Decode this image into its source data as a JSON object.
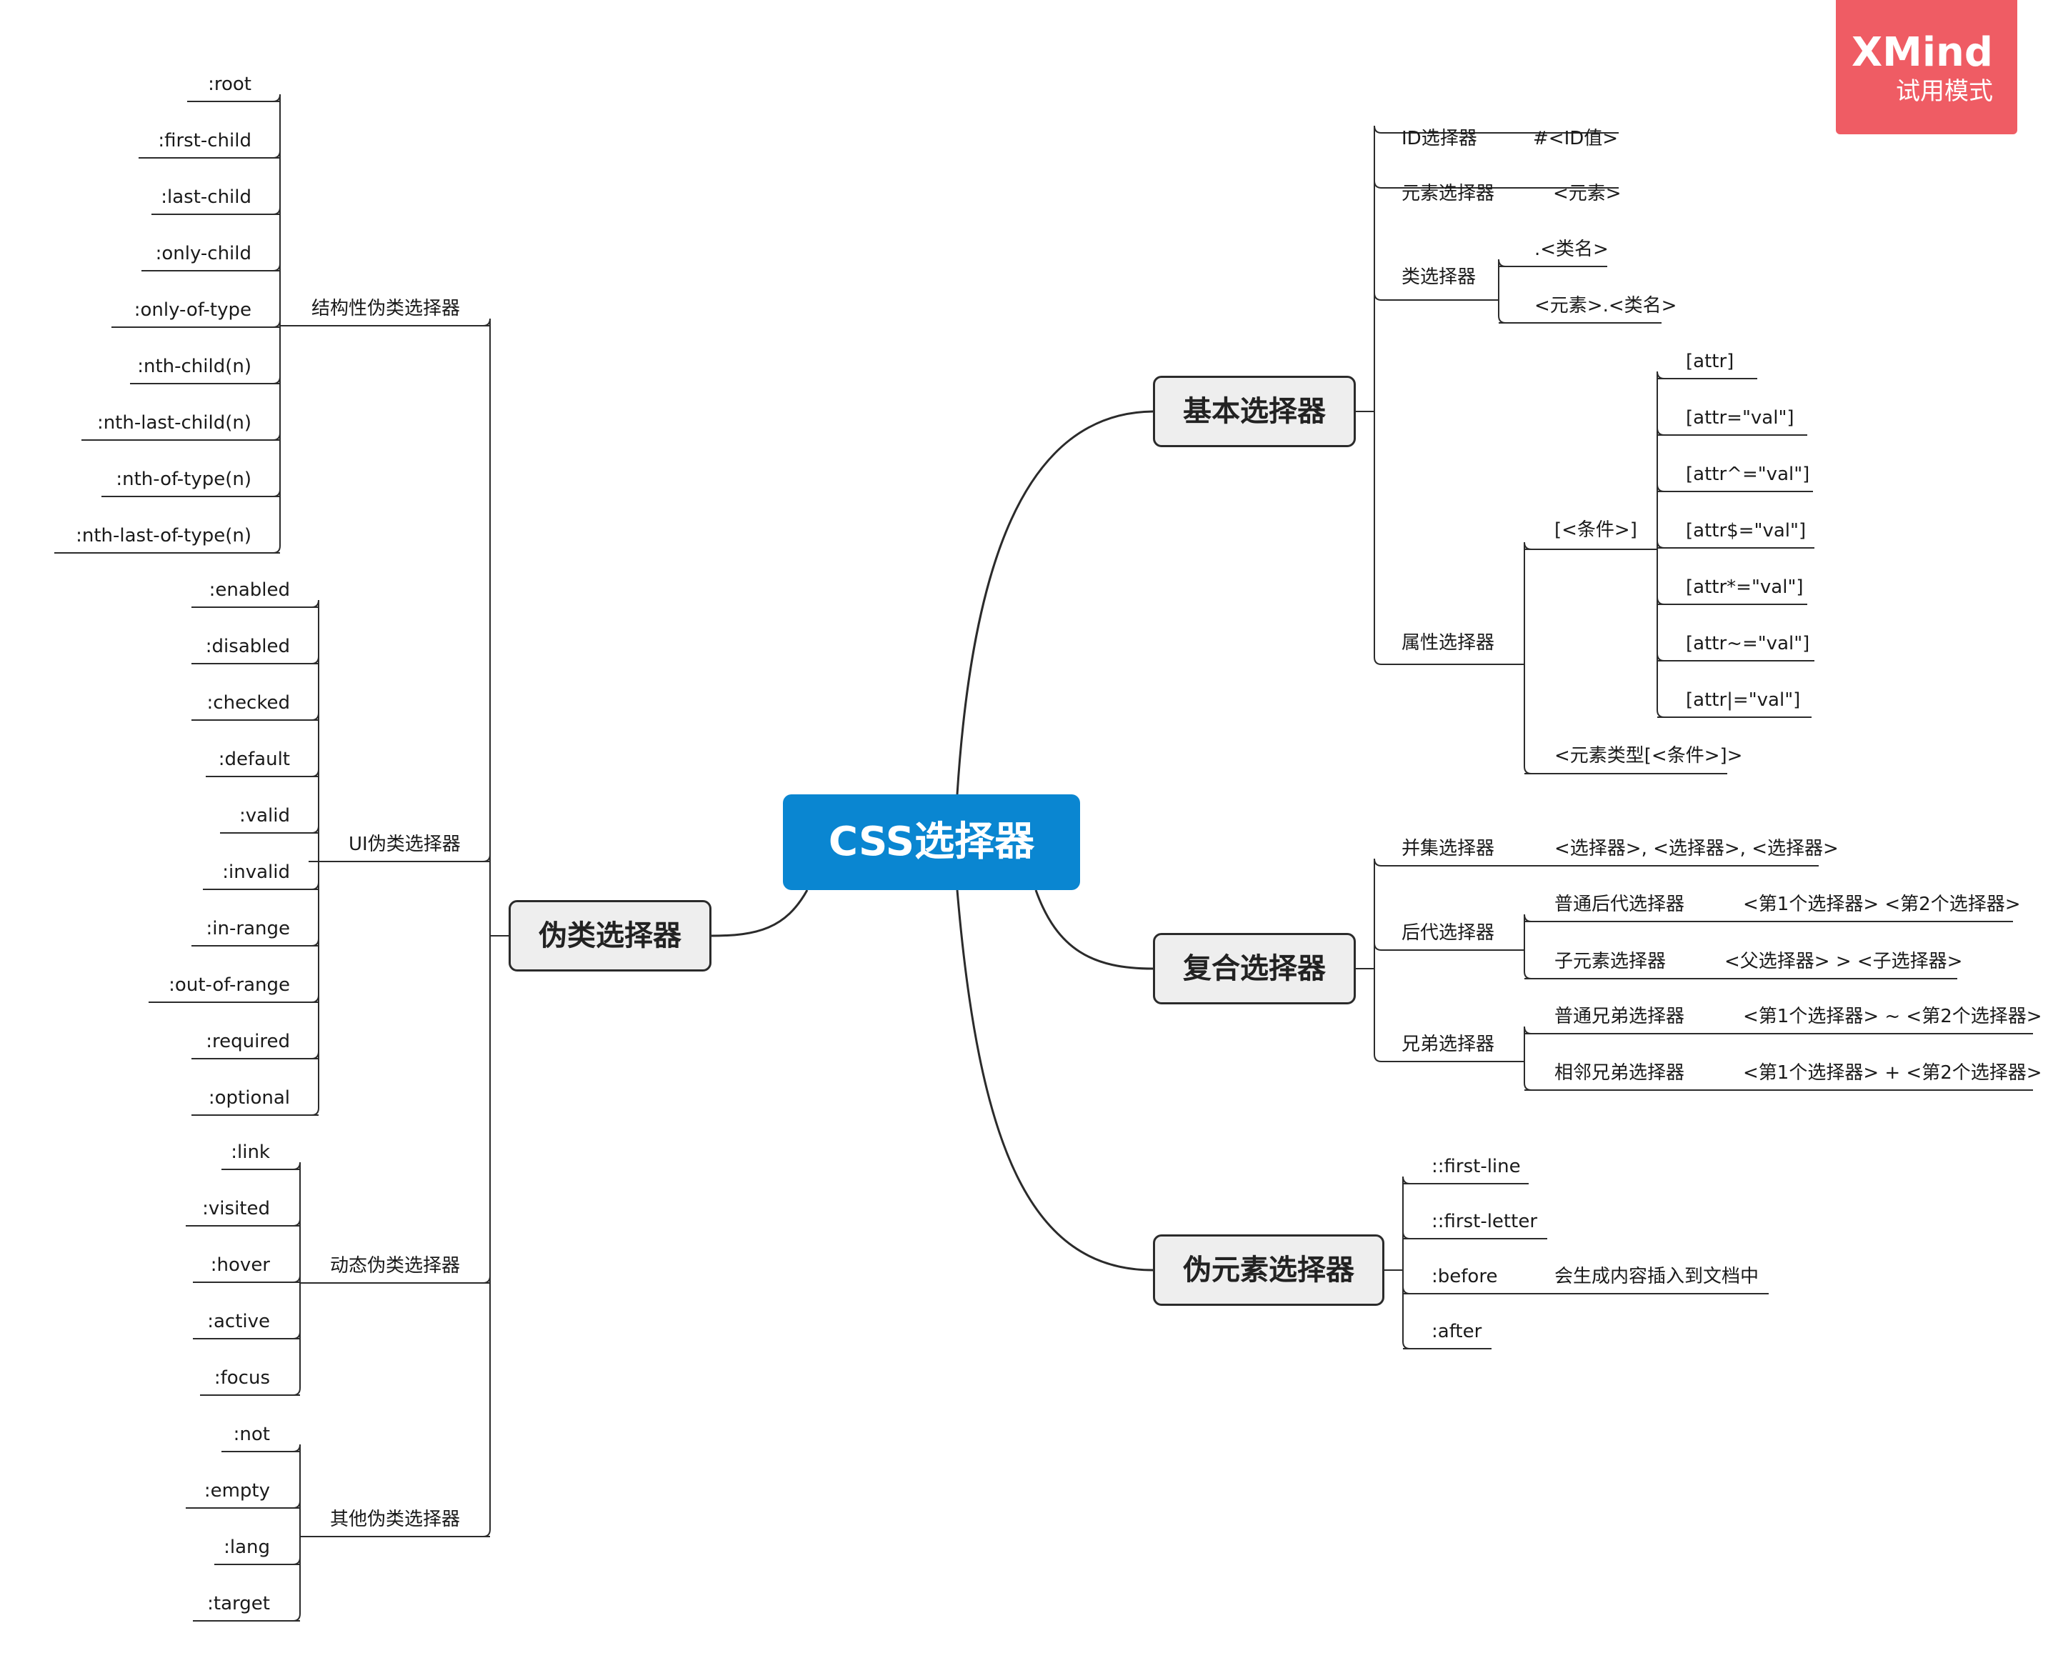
{
  "center": "CSS选择器",
  "watermark": {
    "brand": "XMind",
    "mode": "试用模式",
    "color": "#ef5c64"
  },
  "colors": {
    "center": "#0a86d1",
    "main_fill": "#eeeeee",
    "line": "#2b2b2b"
  },
  "branches": {
    "basic": {
      "label": "基本选择器",
      "id": {
        "label": "ID选择器",
        "syntax": "#<ID值>"
      },
      "element": {
        "label": "元素选择器",
        "syntax": "<元素>"
      },
      "class": {
        "label": "类选择器",
        "items": [
          ".<类名>",
          "<元素>.<类名>"
        ]
      },
      "attribute": {
        "label": "属性选择器",
        "condition": {
          "label": "[<条件>]",
          "items": [
            "[attr]",
            "[attr=\"val\"]",
            "[attr^=\"val\"]",
            "[attr$=\"val\"]",
            "[attr*=\"val\"]",
            "[attr~=\"val\"]",
            "[attr|=\"val\"]"
          ]
        },
        "typed": "<元素类型[<条件>]>"
      }
    },
    "compound": {
      "label": "复合选择器",
      "union": {
        "label": "并集选择器",
        "syntax": "<选择器>, <选择器>, <选择器>"
      },
      "descendant": {
        "label": "后代选择器",
        "normal": {
          "label": "普通后代选择器",
          "syntax": "<第1个选择器> <第2个选择器>"
        },
        "child": {
          "label": "子元素选择器",
          "syntax": "<父选择器> > <子选择器>"
        }
      },
      "sibling": {
        "label": "兄弟选择器",
        "general": {
          "label": "普通兄弟选择器",
          "syntax": "<第1个选择器> ~ <第2个选择器>"
        },
        "adjacent": {
          "label": "相邻兄弟选择器",
          "syntax": "<第1个选择器> + <第2个选择器>"
        }
      }
    },
    "pseudo_element": {
      "label": "伪元素选择器",
      "items": [
        "::first-line",
        "::first-letter",
        ":before",
        ":after"
      ],
      "note": "会生成内容插入到文档中"
    },
    "pseudo_class": {
      "label": "伪类选择器",
      "structural": {
        "label": "结构性伪类选择器",
        "items": [
          ":root",
          ":first-child",
          ":last-child",
          ":only-child",
          ":only-of-type",
          ":nth-child(n)",
          ":nth-last-child(n)",
          ":nth-of-type(n)",
          ":nth-last-of-type(n)"
        ]
      },
      "ui": {
        "label": "UI伪类选择器",
        "items": [
          ":enabled",
          ":disabled",
          ":checked",
          ":default",
          ":valid",
          ":invalid",
          ":in-range",
          ":out-of-range",
          ":required",
          ":optional"
        ]
      },
      "dynamic": {
        "label": "动态伪类选择器",
        "items": [
          ":link",
          ":visited",
          ":hover",
          ":active",
          ":focus"
        ]
      },
      "other": {
        "label": "其他伪类选择器",
        "items": [
          ":not",
          ":empty",
          ":lang",
          ":target"
        ]
      }
    }
  }
}
